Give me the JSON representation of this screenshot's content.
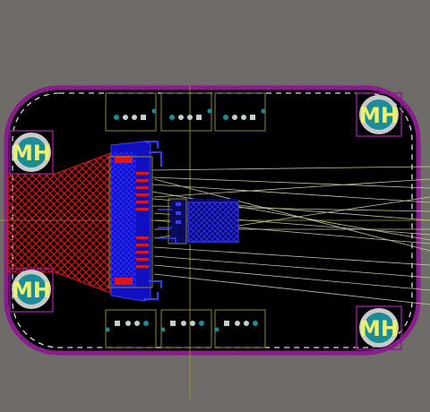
{
  "mounting_holes": [
    {
      "label": "MH"
    },
    {
      "label": "MH"
    },
    {
      "label": "MH"
    },
    {
      "label": "MH"
    }
  ],
  "colors": {
    "background": "#6f6b68",
    "board_fill": "#000000",
    "board_outline": "#8a1d8e",
    "keepout_dashes": "#e0d8e6",
    "crosshair": "#a0a020",
    "copper_red": "#e01515",
    "copper_blue": "#1515e0",
    "ratsnest": "#d8d8b0",
    "silkscreen": "#8a8a20",
    "hole_ring": "#c9c9c9",
    "hole_center": "#1c8c99",
    "hole_text": "#f0f070"
  },
  "icons": {
    "mounting_hole": "mounting-hole-icon",
    "pad": "pad-icon"
  }
}
